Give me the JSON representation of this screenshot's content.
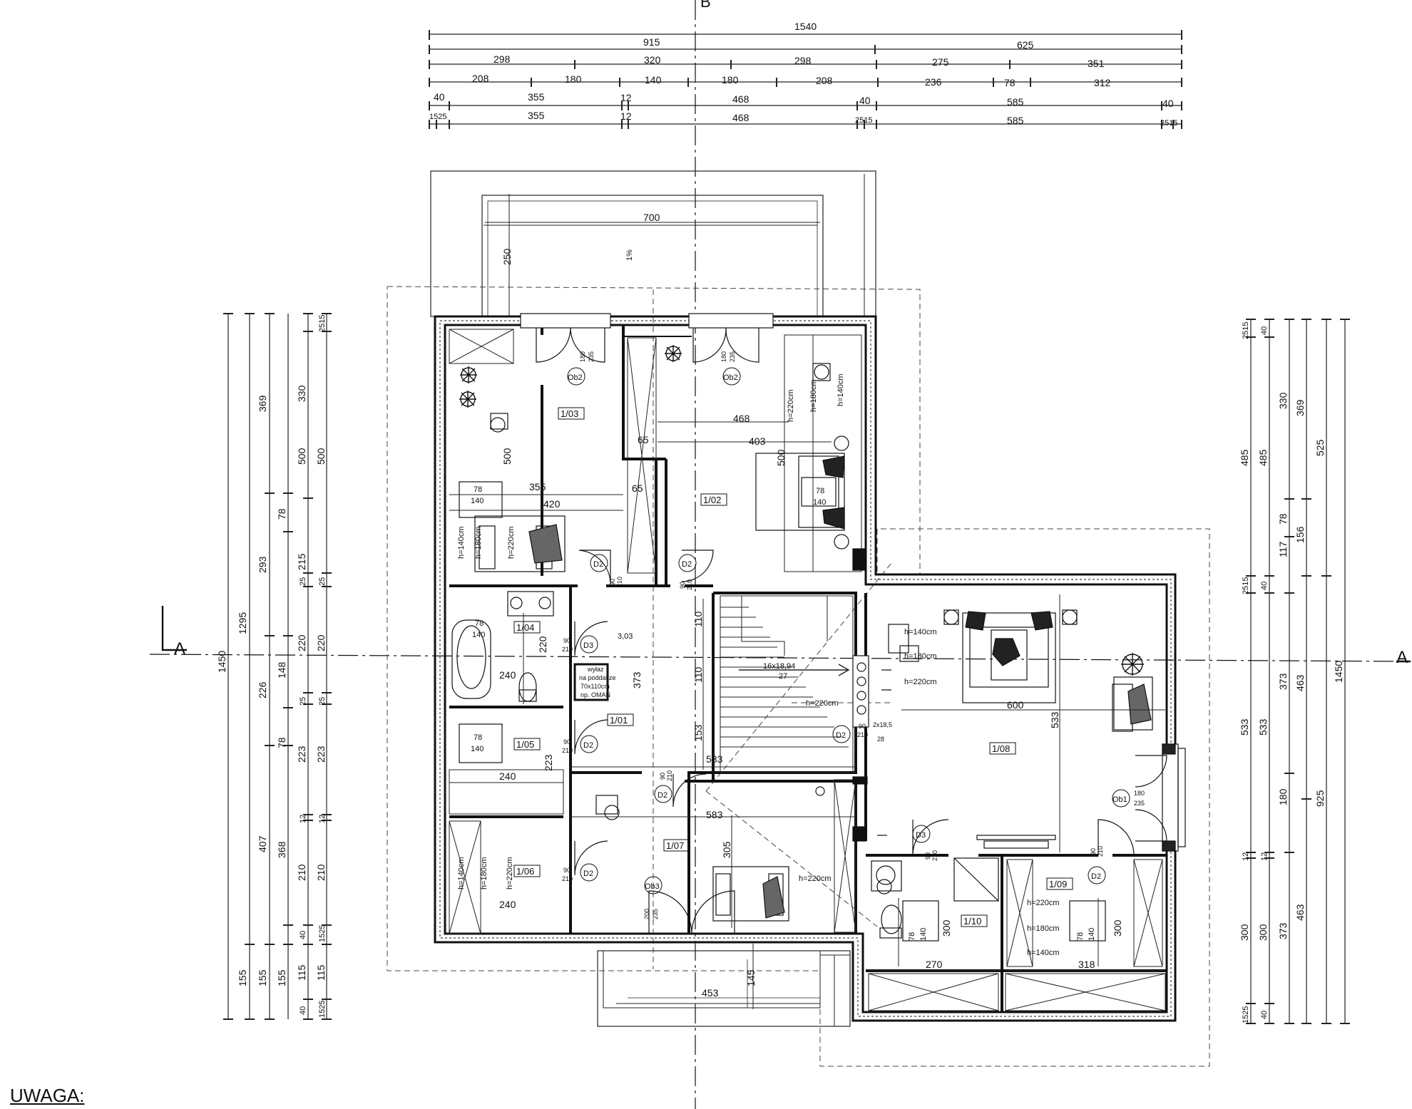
{
  "top_dims": {
    "r1": [
      "1540"
    ],
    "r2": [
      "915",
      "625"
    ],
    "r3": [
      "298",
      "320",
      "298",
      "275",
      "351"
    ],
    "r4": [
      "208",
      "180",
      "140",
      "180",
      "208",
      "236",
      "78",
      "312"
    ],
    "r5": [
      "40",
      "355",
      "12",
      "468",
      "40",
      "585",
      "40"
    ],
    "r6": [
      "1525",
      "355",
      "12",
      "468",
      "2515",
      "585",
      "2515"
    ]
  },
  "left_dims": {
    "c1": [
      "1450"
    ],
    "c2": [
      "1295",
      "155"
    ],
    "c3": [
      "369",
      "293",
      "226",
      "407",
      "155"
    ],
    "c4": [
      "78",
      "148",
      "78",
      "368",
      "155"
    ],
    "c5": [
      "330",
      "500",
      "215",
      "25",
      "220",
      "25",
      "223",
      "12",
      "210",
      "40",
      "115",
      "40"
    ],
    "c6": [
      "2515",
      "500",
      "25",
      "220",
      "25",
      "223",
      "12",
      "210",
      "1525",
      "115",
      "1525"
    ]
  },
  "right_dims": {
    "c1": [
      "2515",
      "485",
      "2515",
      "533",
      "12",
      "300",
      "1525"
    ],
    "c2": [
      "40",
      "485",
      "40",
      "533",
      "12",
      "300",
      "40"
    ],
    "c3": [
      "330",
      "78",
      "117",
      "373",
      "180",
      "373"
    ],
    "c4": [
      "369",
      "156",
      "463",
      "463"
    ],
    "c5": [
      "525",
      "925"
    ],
    "c6": [
      "1450"
    ]
  },
  "section": {
    "a_left": "A",
    "a_right": "A",
    "b_top": "B"
  },
  "rooms": [
    {
      "id": "1/01"
    },
    {
      "id": "1/02"
    },
    {
      "id": "1/03"
    },
    {
      "id": "1/04"
    },
    {
      "id": "1/05"
    },
    {
      "id": "1/06"
    },
    {
      "id": "1/07"
    },
    {
      "id": "1/08"
    },
    {
      "id": "1/09"
    },
    {
      "id": "1/10"
    }
  ],
  "interior_dims": {
    "terrace_w": "700",
    "terrace_d": "250",
    "slope": "1%",
    "d468": "468",
    "d403": "403",
    "d500a": "500",
    "d500b": "500",
    "d65a": "65",
    "d65b": "65",
    "d355": "355",
    "d420": "420",
    "d220a": "220",
    "d240a": "240",
    "d373": "373",
    "d110a": "110",
    "d110b": "110",
    "d153": "153",
    "d583a": "583",
    "d583b": "583",
    "d223": "223",
    "d240b": "240",
    "d240c": "240",
    "d305": "305",
    "d600": "600",
    "d533": "533",
    "d270": "270",
    "d318": "318",
    "d300a": "300",
    "d300b": "300",
    "d453": "453",
    "d145": "145",
    "lvl": "3,03"
  },
  "heights": {
    "h220": "h=220cm",
    "h180": "h=180cm",
    "h140": "h=140cm"
  },
  "stairs": {
    "line1": "16x18,94",
    "line2": "27"
  },
  "beds": {
    "w": "78",
    "l": "140"
  },
  "doors": {
    "d2": "D2",
    "d3": "D3",
    "w90": "90",
    "h210": "210",
    "ob1": "Ob1",
    "ob2": "Ob2",
    "ob3": "Ob3",
    "ob2_w": "180",
    "ob2_h": "235",
    "ob3_w": "200",
    "ob3_h": "235",
    "ob1_w": "180",
    "ob1_h": "235",
    "win2": "2x18,5",
    "win2b": "28"
  },
  "hatch": {
    "l1": "wyłaz",
    "l2": "na poddasze",
    "l3": "70x110cm",
    "l4": "np. OMAN"
  },
  "note": {
    "label": "UWAGA:"
  }
}
